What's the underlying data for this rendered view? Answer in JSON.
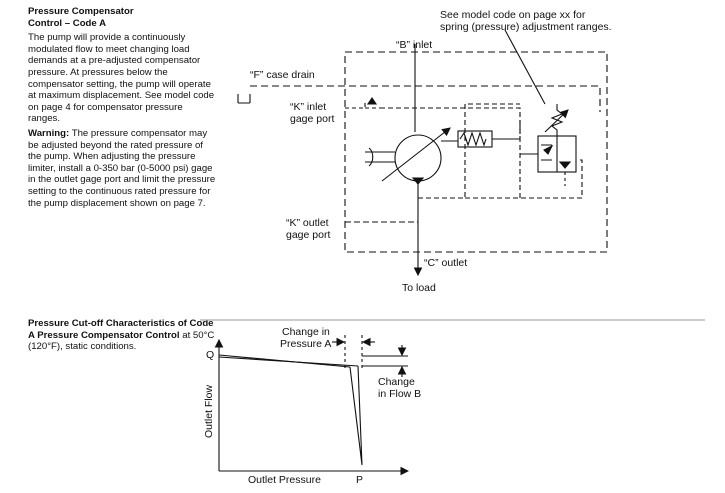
{
  "section1": {
    "title_line1": "Pressure Compensator",
    "title_line2": "Control – Code A",
    "body": "The pump will provide a continuously modulated flow to meet changing load demands at a pre-adjusted compensator pressure. At pressures below the compensator setting, the pump will operate at maximum displacement. See model code on page 4 for compensator pressure ranges.",
    "warning_label": "Warning:",
    "warning_text": "The pressure compensator may be adjusted beyond the rated pressure of the pump. When adjusting the pressure limiter, install a 0-350 bar (0-5000 psi) gage in the outlet gage port and limit the pressure setting to the continuous rated pressure for the pump displacement shown on page 7."
  },
  "section2": {
    "title": "Pressure Cut-off Characteristics of Code A Pressure Compensator Control",
    "body": "at 50°C (120°F), static conditions."
  },
  "schematic": {
    "note_line1": "See model code on page xx for",
    "note_line2": "spring (pressure) adjustment ranges.",
    "b_inlet": "“B” inlet",
    "f_drain": "“F” case drain",
    "k_inlet_1": "“K” inlet",
    "k_inlet_2": "gage port",
    "k_outlet_1": "“K” outlet",
    "k_outlet_2": "gage port",
    "c_outlet": "“C” outlet",
    "to_load": "To load"
  },
  "graph": {
    "change_pressure_1": "Change in",
    "change_pressure_2": "Pressure A",
    "change_flow_1": "Change",
    "change_flow_2": "in Flow B",
    "q_label": "Q",
    "p_label": "P",
    "y_axis": "Outlet Flow",
    "x_axis": "Outlet Pressure"
  }
}
